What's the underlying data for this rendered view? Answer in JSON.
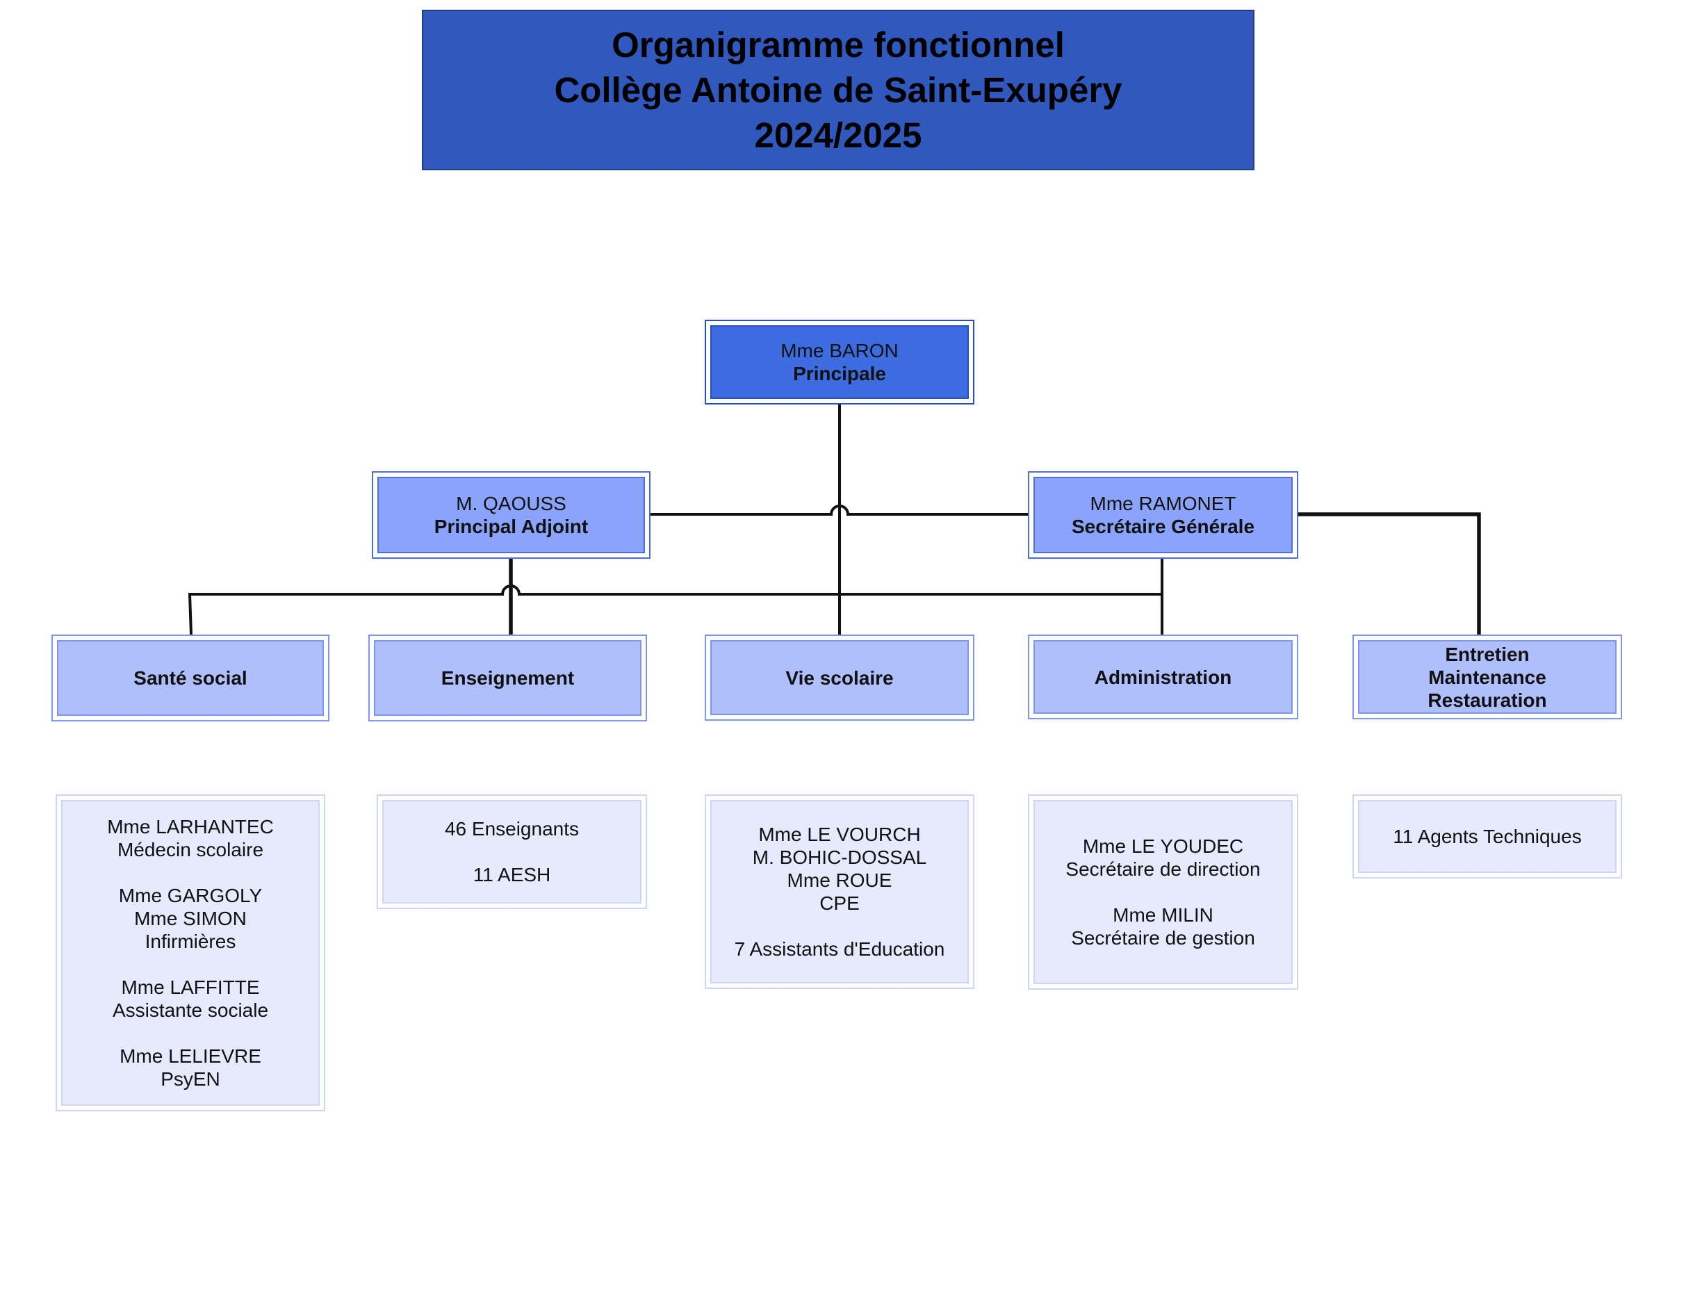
{
  "title": {
    "line1": "Organigramme fonctionnel",
    "line2": "Collège Antoine de Saint-Exupéry",
    "line3": "2024/2025"
  },
  "principal": {
    "name": "Mme BARON",
    "role": "Principale"
  },
  "adjoint": {
    "name": "M. QAOUSS",
    "role": "Principal Adjoint"
  },
  "secretaire": {
    "name": "Mme RAMONET",
    "role": "Secrétaire Générale"
  },
  "departments": {
    "sante": "Santé social",
    "enseignement": "Enseignement",
    "vie_scolaire": "Vie scolaire",
    "administration": "Administration",
    "entretien": [
      "Entretien",
      "Maintenance",
      "Restauration"
    ]
  },
  "staff": {
    "sante": [
      "Mme LARHANTEC",
      "Médecin scolaire",
      "",
      "Mme GARGOLY",
      "Mme SIMON",
      "Infirmières",
      "",
      "Mme LAFFITTE",
      "Assistante sociale",
      "",
      "Mme LELIEVRE",
      "PsyEN"
    ],
    "enseignement": [
      "46 Enseignants",
      "",
      "11 AESH"
    ],
    "vie_scolaire": [
      "Mme LE VOURCH",
      "M. BOHIC-DOSSAL",
      "Mme ROUE",
      "CPE",
      "",
      "7 Assistants d'Education"
    ],
    "administration": [
      "Mme LE YOUDEC",
      "Secrétaire de direction",
      "",
      "Mme MILIN",
      "Secrétaire de gestion"
    ],
    "entretien": [
      "11 Agents Techniques"
    ]
  },
  "colors": {
    "title_bg": "#3159bd",
    "head_bg": "#3d6be0",
    "deputy_bg": "#8ba4fb",
    "dept_bg": "#aebffc",
    "staff_bg": "#e7eafd"
  }
}
